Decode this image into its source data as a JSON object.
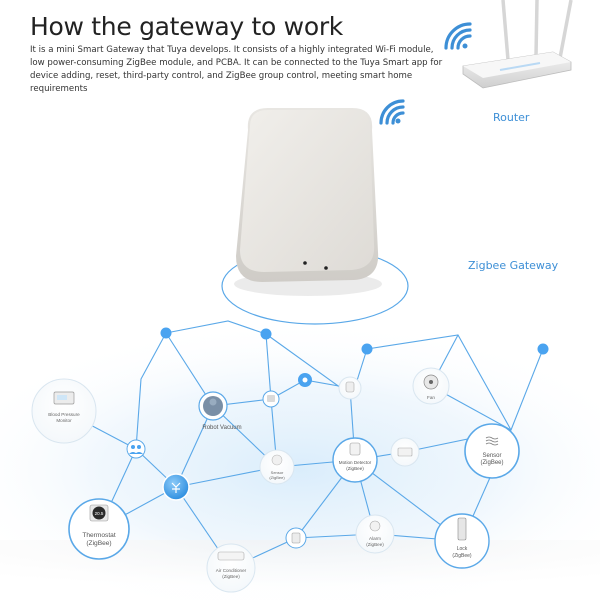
{
  "title": "How the gateway to work",
  "description": "It is a mini Smart Gateway that Tuya develops. It consists of a highly integrated Wi-Fi module, low power-consuming ZigBee module, and PCBA. It can be connected to the Tuya Smart app for device adding, reset, third-party control, and ZigBee group control, meeting smart home requirements",
  "router": {
    "label": "Router",
    "icon": "router-icon"
  },
  "gateway": {
    "label": "Zigbee Gateway",
    "icon": "gateway-hub"
  },
  "devices": {
    "blood_pressure": [
      "Blood Pressure",
      "Monitor"
    ],
    "robot_vacuum": [
      "Robot Vacuum"
    ],
    "sensor_small": [
      "Sensor",
      "(ZigBee)"
    ],
    "motion": [
      "Motion Detector",
      "(ZigBee)"
    ],
    "fan": [
      "Fan"
    ],
    "sensor_large": [
      "Sensor",
      "(ZigBee)"
    ],
    "thermostat": [
      "Thermostat",
      "(ZigBee)"
    ],
    "thermostat_reading": "20.5",
    "air_conditioner": [
      "Air Conditioner",
      "(ZigBee)"
    ],
    "alarm": [
      "Alarm",
      "(ZigBee)"
    ],
    "lock": [
      "Lock",
      "(ZigBee)"
    ]
  },
  "colors": {
    "accent": "#3d8fd6",
    "node": "#4aa3f0",
    "line": "#5aa8e8",
    "glow": "#d8ecfb"
  }
}
